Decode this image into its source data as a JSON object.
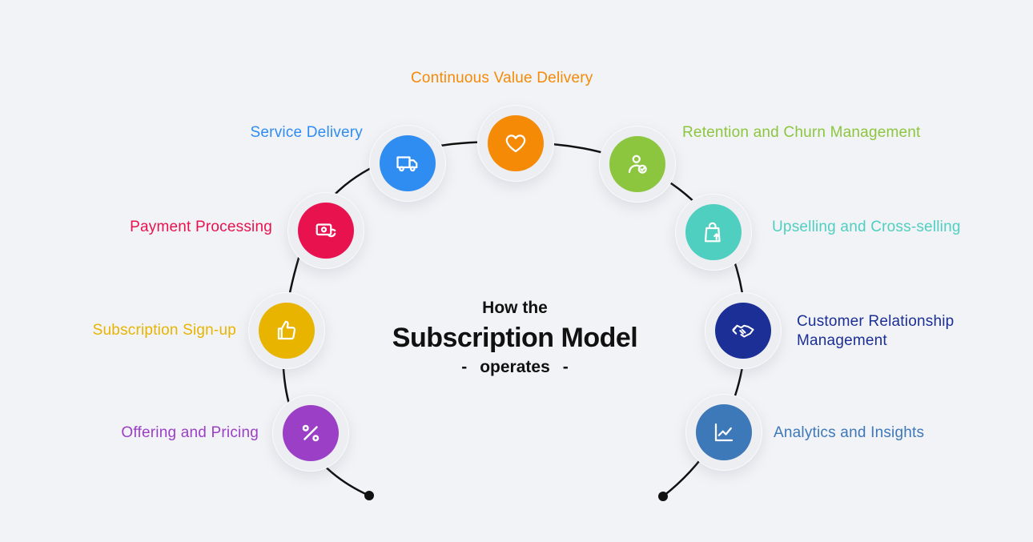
{
  "title": {
    "top": "How the",
    "main": "Subscription Model",
    "bottom": "operates",
    "dash_left": "-",
    "dash_right": "-"
  },
  "steps": [
    {
      "label": "Offering and Pricing",
      "color": "#9b3fc7",
      "icon": "percent-icon"
    },
    {
      "label": "Subscription Sign-up",
      "color": "#e8b400",
      "icon": "thumbs-up-icon"
    },
    {
      "label": "Payment Processing",
      "color": "#e8124f",
      "icon": "payment-refresh-icon"
    },
    {
      "label": "Service Delivery",
      "color": "#2f8cf0",
      "icon": "truck-icon"
    },
    {
      "label": "Continuous Value Delivery",
      "color": "#f58a07",
      "icon": "heart-icon"
    },
    {
      "label": "Retention and Churn Management",
      "color": "#8cc63f",
      "icon": "user-check-icon"
    },
    {
      "label": "Upselling and Cross-selling",
      "color": "#4fcfc0",
      "icon": "shopping-bag-up-icon"
    },
    {
      "label": "Customer Relationship Management",
      "color": "#1b2f96",
      "icon": "handshake-icon"
    },
    {
      "label": "Analytics and Insights",
      "color": "#3d78b8",
      "icon": "analytics-chart-icon"
    }
  ],
  "label_colors": {
    "offering": "#9b3fc7",
    "signup": "#e8b400",
    "payment": "#e8124f",
    "service": "#2f8cf0",
    "continuous": "#f58a07",
    "retention": "#8cc63f",
    "upselling": "#4fcfc0",
    "crm": "#1b2f96",
    "analytics": "#3d78b8"
  }
}
